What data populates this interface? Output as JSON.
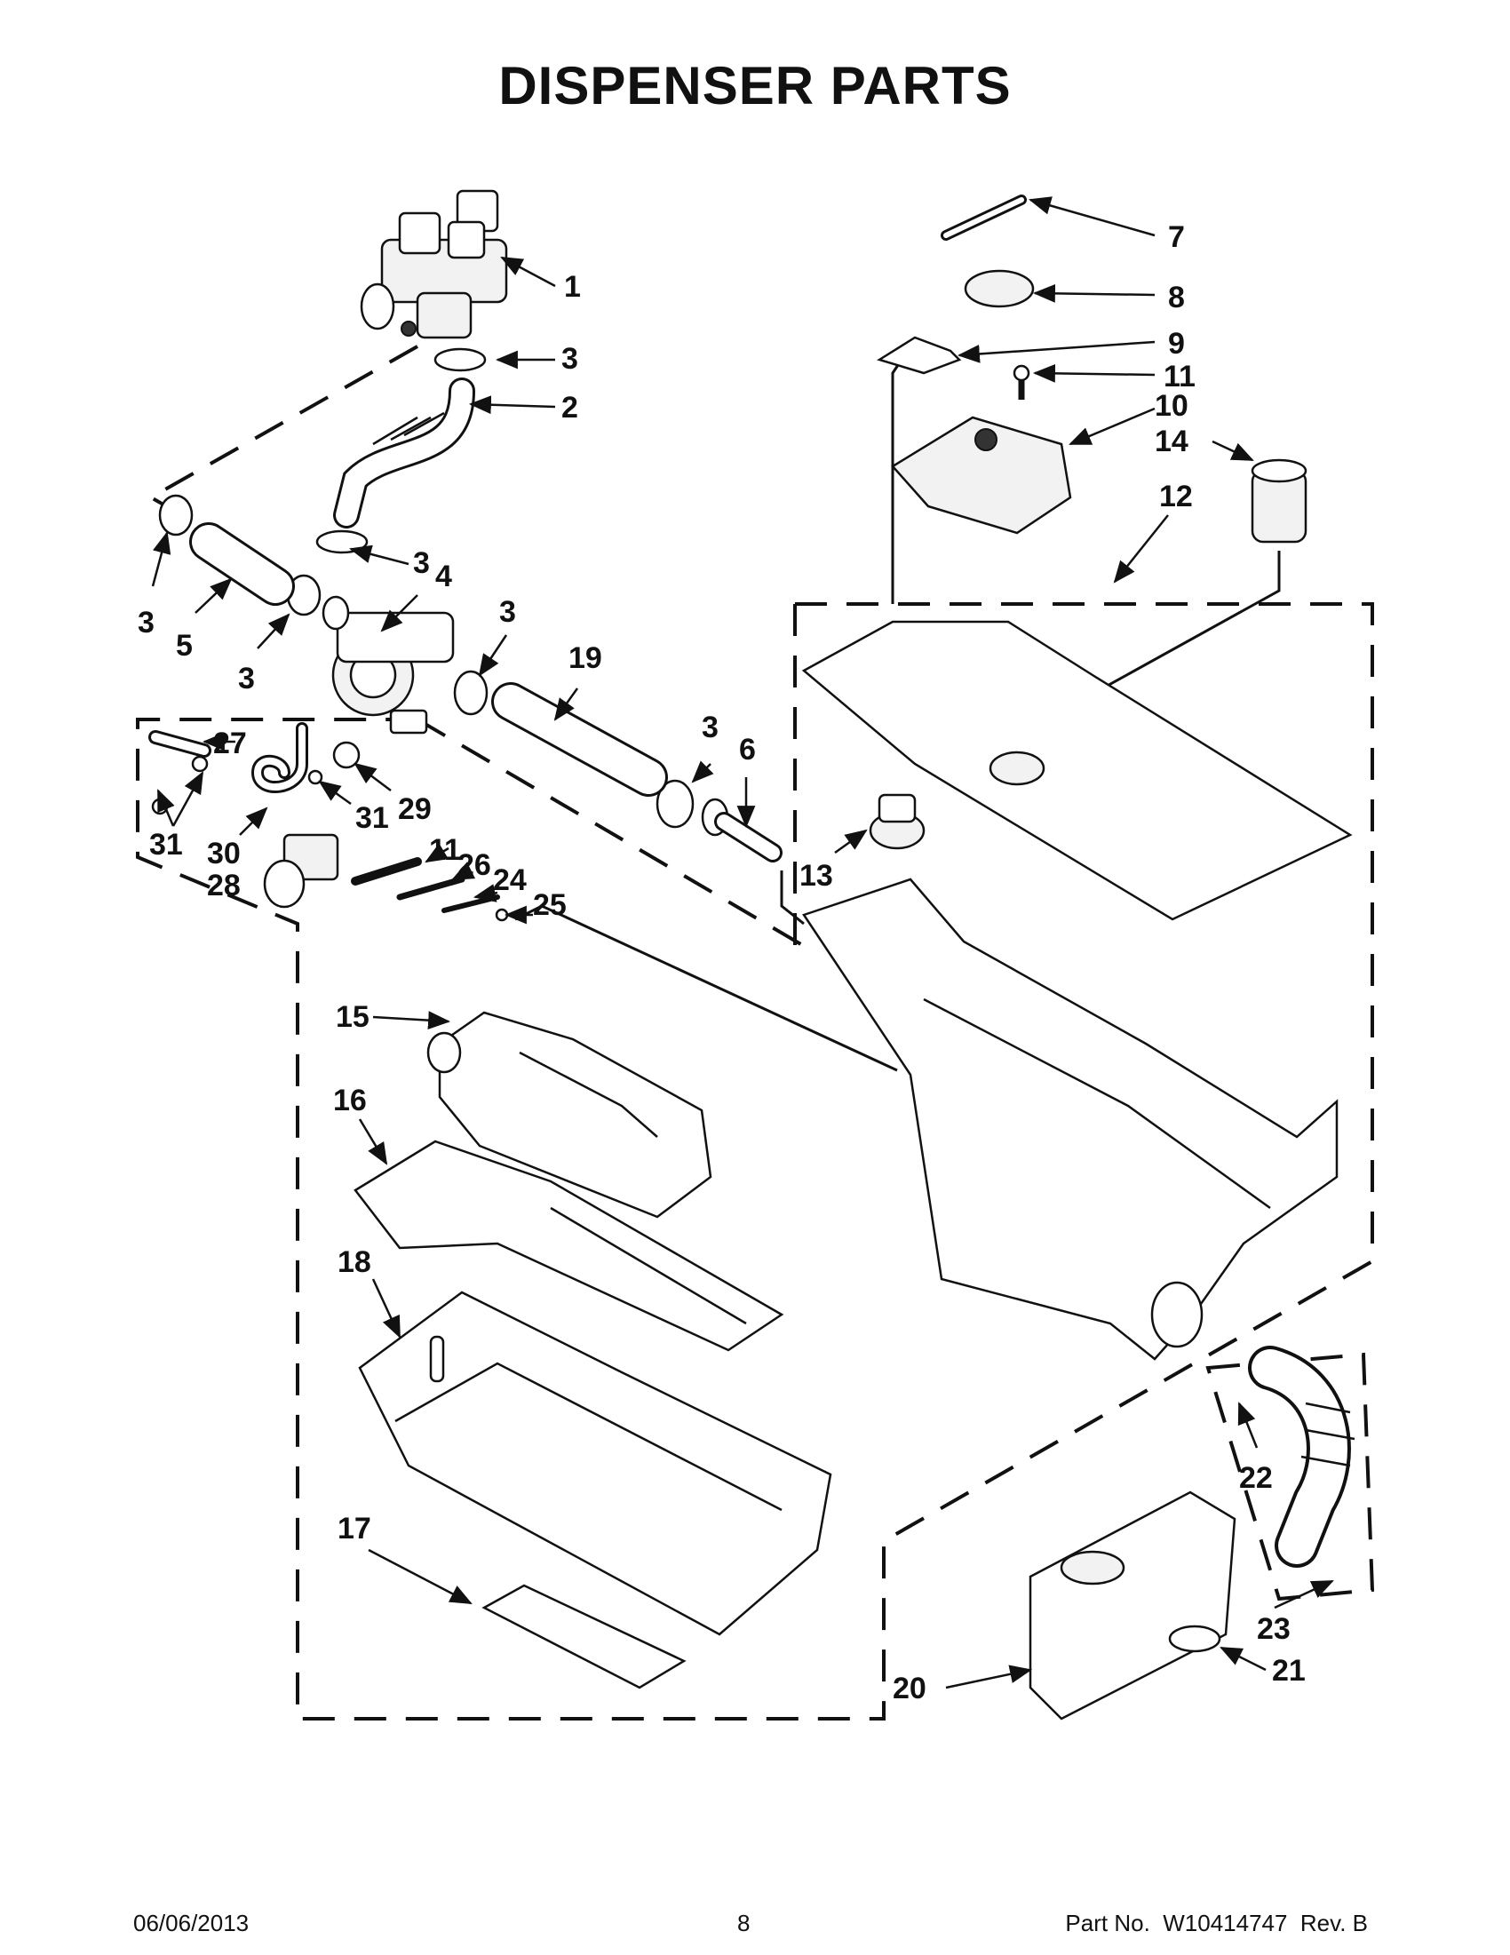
{
  "title": "DISPENSER PARTS",
  "footer": {
    "date": "06/06/2013",
    "page": "8",
    "part_no": "Part No.  W10414747  Rev. B"
  },
  "callouts": {
    "c1": "1",
    "c2": "2",
    "c3a": "3",
    "c3b": "3",
    "c3c": "3",
    "c3d": "3",
    "c3e": "3",
    "c3f": "3",
    "c4": "4",
    "c5": "5",
    "c6": "6",
    "c7": "7",
    "c8": "8",
    "c9": "9",
    "c10": "10",
    "c11a": "11",
    "c11b": "11",
    "c12": "12",
    "c13": "13",
    "c14": "14",
    "c15": "15",
    "c16": "16",
    "c17": "17",
    "c18": "18",
    "c19": "19",
    "c20": "20",
    "c21": "21",
    "c22": "22",
    "c23": "23",
    "c24": "24",
    "c25": "25",
    "c26": "26",
    "c27": "27",
    "c28": "28",
    "c29": "29",
    "c30": "30",
    "c31a": "31",
    "c31b": "31"
  }
}
